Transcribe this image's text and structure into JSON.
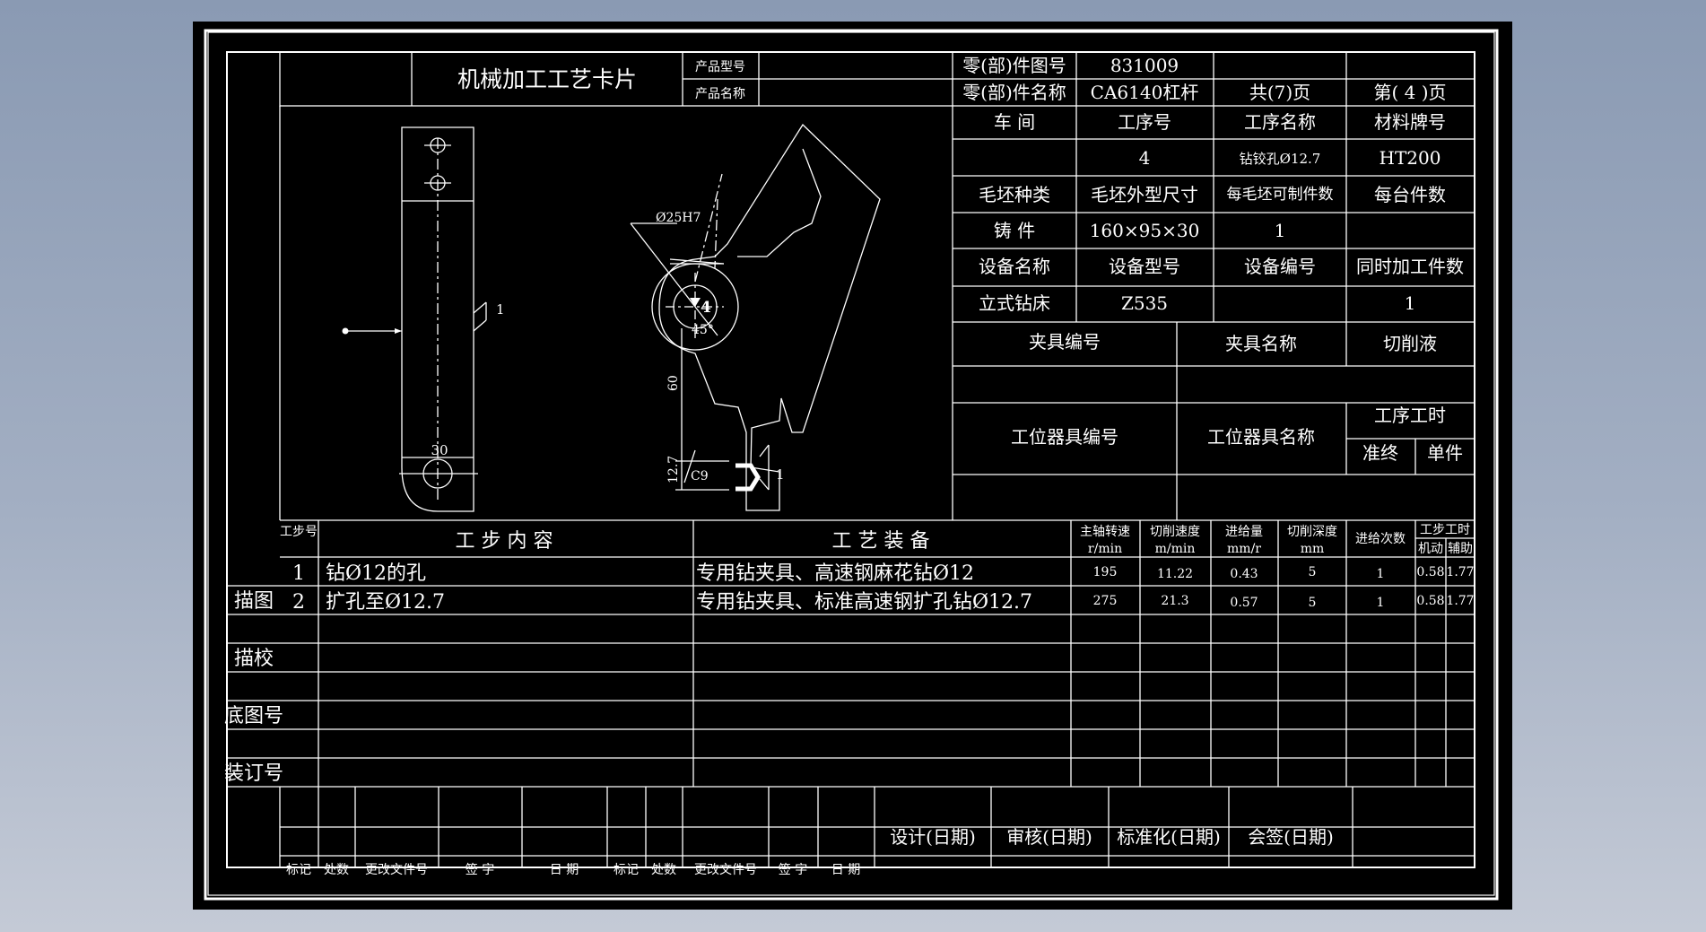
{
  "card": {
    "title": "机械加工工艺卡片",
    "product_model_label": "产品型号",
    "product_model_value": "",
    "product_name_label": "产品名称",
    "product_name_value": "",
    "part_drawing_no_label": "零(部)件图号",
    "part_drawing_no": "831009",
    "part_name_label": "零(部)件名称",
    "part_name": "CA6140杠杆",
    "total_pages": "共(7)页",
    "page_no": "第( 4 )页"
  },
  "process_info": {
    "workshop_label": "车  间",
    "op_no_label": "工序号",
    "op_name_label": "工序名称",
    "material_label": "材料牌号",
    "op_no": "4",
    "op_name": "钻铰孔Ø12.7",
    "material": "HT200",
    "blank_type_label": "毛坯种类",
    "blank_size_label": "毛坯外型尺寸",
    "per_blank_label": "每毛坯可制件数",
    "per_unit_label": "每台件数",
    "blank_type": "铸  件",
    "blank_size": "160×95×30",
    "per_blank": "1",
    "equip_name_label": "设备名称",
    "equip_model_label": "设备型号",
    "equip_no_label": "设备编号",
    "simul_label": "同时加工件数",
    "equip_name": "立式钻床",
    "equip_model": "Z535",
    "simul": "1",
    "fixture_no_label": "夹具编号",
    "fixture_name_label": "夹具名称",
    "coolant_label": "切削液",
    "station_tool_no_label": "工位器具编号",
    "station_tool_name_label": "工位器具名称",
    "op_time_label": "工序工时",
    "prep_label": "准终",
    "unit_label": "单件"
  },
  "drawing": {
    "dim_bore": "Ø25H7",
    "dim_width": "30",
    "dim_60": "60",
    "dim_127": "12.7",
    "dim_c9": "C9",
    "angle_45": "45°",
    "surface_mark": "4",
    "roughness_1": "1",
    "roughness_2": "1"
  },
  "steps_table": {
    "headers": {
      "step_no": "工步号",
      "content": "工  步  内  容",
      "equipment": "工  艺  装  备",
      "spindle_speed": "主轴转速",
      "spindle_unit": "r/min",
      "cut_speed": "切削速度",
      "cut_speed_unit": "m/min",
      "feed": "进给量",
      "feed_unit": "mm/r",
      "depth": "切削深度",
      "depth_unit": "mm",
      "passes": "进给次数",
      "step_time": "工步工时",
      "machine_time": "机动",
      "aux_time": "辅助"
    },
    "rows": [
      {
        "no": "1",
        "content": "钻Ø12的孔",
        "equipment": "专用钻夹具、高速钢麻花钻Ø12",
        "speed": "195",
        "cut_speed": "11.22",
        "feed": "0.43",
        "depth": "5",
        "passes": "1",
        "machine": "0.58",
        "aux": "1.77"
      },
      {
        "no": "2",
        "content": "扩孔至Ø12.7",
        "equipment": "专用钻夹具、标准高速钢扩孔钻Ø12.7",
        "speed": "275",
        "cut_speed": "21.3",
        "feed": "0.57",
        "depth": "5",
        "passes": "1",
        "machine": "0.58",
        "aux": "1.77"
      }
    ]
  },
  "side_labels": {
    "trace": "描图",
    "check": "描校",
    "base_no": "底图号",
    "binding_no": "装订号"
  },
  "signoff": {
    "design": "设计(日期)",
    "review": "审核(日期)",
    "standard": "标准化(日期)",
    "countersign": "会签(日期)",
    "mark": "标记",
    "places": "处数",
    "change_doc": "更改文件号",
    "signature": "签  字",
    "date": "日  期"
  },
  "colors": {
    "background": "#000000",
    "lines": "#ffffff",
    "outer": "#8a9ab3"
  }
}
